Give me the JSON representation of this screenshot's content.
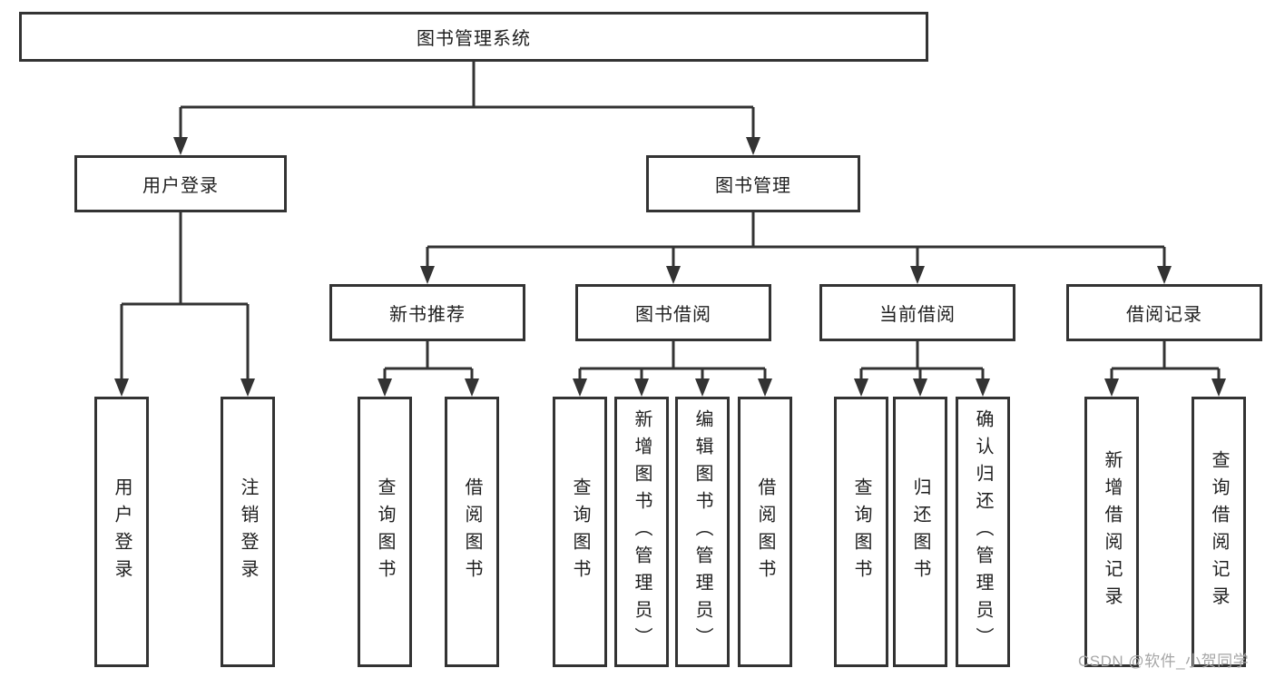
{
  "diagram": {
    "root": {
      "label": "图书管理系统"
    },
    "branches": [
      {
        "label": "用户登录",
        "children": [
          {
            "label": "用户登录"
          },
          {
            "label": "注销登录"
          }
        ]
      },
      {
        "label": "图书管理",
        "children": [
          {
            "label": "新书推荐",
            "children": [
              {
                "label": "查询图书"
              },
              {
                "label": "借阅图书"
              }
            ]
          },
          {
            "label": "图书借阅",
            "children": [
              {
                "label": "查询图书"
              },
              {
                "label": "新增图书（管理员）"
              },
              {
                "label": "编辑图书（管理员）"
              },
              {
                "label": "借阅图书"
              }
            ]
          },
          {
            "label": "当前借阅",
            "children": [
              {
                "label": "查询图书"
              },
              {
                "label": "归还图书"
              },
              {
                "label": "确认归还（管理员）"
              }
            ]
          },
          {
            "label": "借阅记录",
            "children": [
              {
                "label": "新增借阅记录"
              },
              {
                "label": "查询借阅记录"
              }
            ]
          }
        ]
      }
    ]
  },
  "watermark": {
    "text": "CSDN @软件_小贺同学"
  },
  "colors": {
    "line": "#333333",
    "box_border": "#333333",
    "text": "#1f1f1f",
    "watermark_text": "#a6a6a6",
    "background": "#ffffff"
  }
}
